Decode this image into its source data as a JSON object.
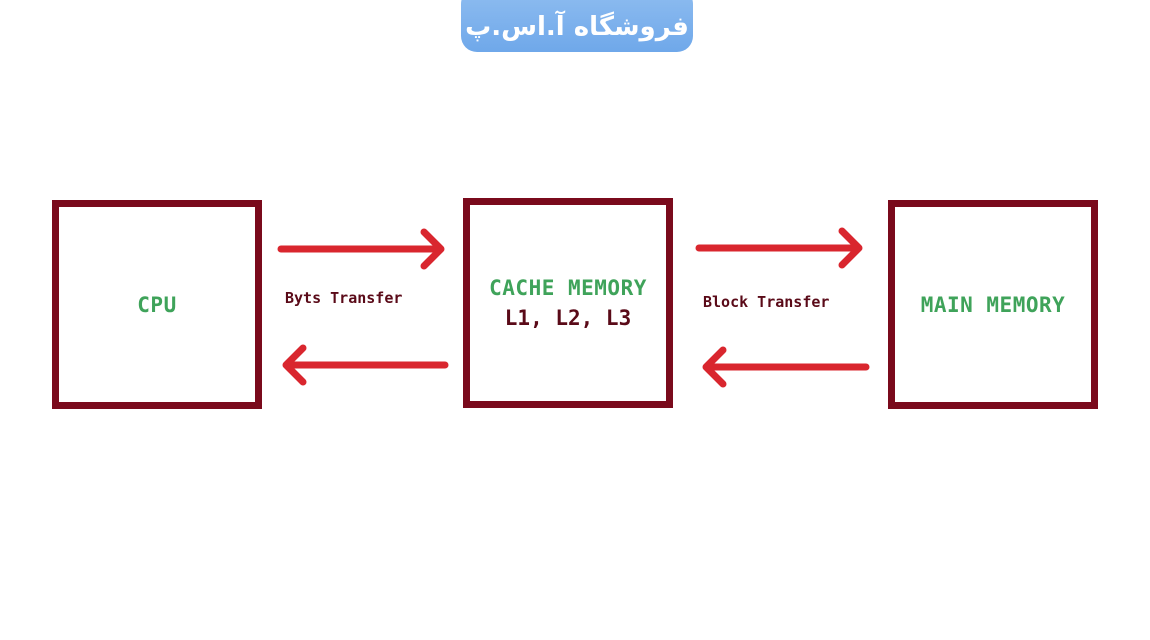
{
  "watermark": {
    "text": "فروشگاه آ.اس.پ",
    "color": "#7fb2ee"
  },
  "diagram": {
    "colors": {
      "box_border": "#7a0a1c",
      "box_title": "#3fa35a",
      "arrow": "#d9262e",
      "label": "#5a0a18"
    },
    "nodes": [
      {
        "id": "cpu",
        "title": "CPU",
        "subtitle": ""
      },
      {
        "id": "cache",
        "title": "CACHE MEMORY",
        "subtitle": "L1, L2, L3"
      },
      {
        "id": "main",
        "title": "MAIN MEMORY",
        "subtitle": ""
      }
    ],
    "edges": [
      {
        "from": "cpu",
        "to": "cache",
        "label": "Byts Transfer",
        "bidirectional": true
      },
      {
        "from": "cache",
        "to": "main",
        "label": "Block Transfer",
        "bidirectional": true
      }
    ]
  }
}
